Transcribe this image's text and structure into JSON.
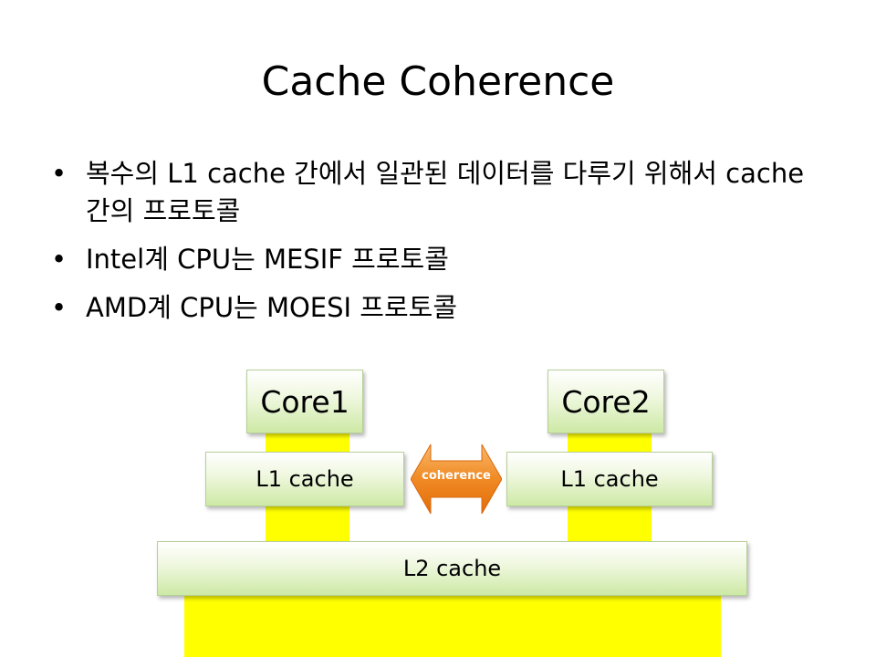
{
  "slide": {
    "title": "Cache Coherence",
    "bullets": [
      "복수의 L1 cache 간에서 일관된 데이터를 다루기 위해서 cache간의 프로토콜",
      "Intel계 CPU는 MESIF 프로토콜",
      "AMD계 CPU는 MOESI 프로토콜"
    ],
    "bullet_glyph": "•"
  },
  "diagram": {
    "core1": "Core1",
    "core2": "Core2",
    "l1_left": "L1 cache",
    "l1_right": "L1 cache",
    "l2": "L2 cache",
    "coherence_label": "coherence"
  },
  "colors": {
    "band": "#ffff00",
    "box_gradient_top": "#ffffff",
    "box_gradient_bottom": "#cde9a5",
    "arrow_light": "#f5a244",
    "arrow_dark": "#e36c09"
  }
}
